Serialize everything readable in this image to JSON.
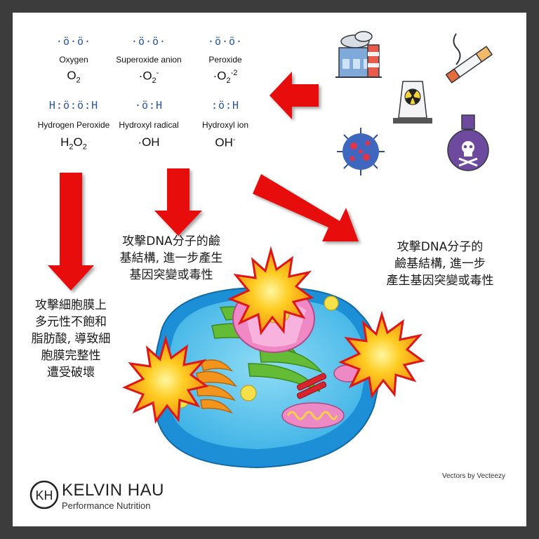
{
  "species": [
    {
      "name": "Oxygen",
      "dots": "·ö·ö·",
      "formula_html": "O<sub>2</sub>"
    },
    {
      "name": "Superoxide anion",
      "dots": "·ö·ö·",
      "formula_html": "·O<sub>2</sub><sup>-</sup>"
    },
    {
      "name": "Peroxide",
      "dots": "·ö·ö·",
      "formula_html": "·O<sub>2</sub><sup>-2</sup>"
    },
    {
      "name": "Hydrogen Peroxide",
      "dots": "H:ö:ö:H",
      "formula_html": "H<sub>2</sub>O<sub>2</sub>"
    },
    {
      "name": "Hydroxyl radical",
      "dots": "·ö:H",
      "formula_html": "·OH"
    },
    {
      "name": "Hydroxyl ion",
      "dots": ":ö:H",
      "formula_html": "OH<sup>-</sup>"
    }
  ],
  "labels": {
    "membrane": "攻擊細胞膜上\n多元性不飽和\n脂肪酸, 導致細\n胞膜完整性\n遭受破壞",
    "dna_center": "攻擊DNA分子的鹼\n基結構, 進一步產生\n基因突變或毒性",
    "dna_right": "攻擊DNA分子的\n鹼基結構, 進一步\n產生基因突變或毒性"
  },
  "sources": [
    "factory-icon",
    "cigarette-icon",
    "radiation-icon",
    "virus-icon",
    "poison-icon"
  ],
  "credit": "Vectors by Vecteezy",
  "logo": {
    "mark": "KH",
    "name": "KELVIN HAU",
    "tagline": "Performance Nutrition"
  },
  "colors": {
    "arrow": "#e8110f",
    "cytoplasm": "#5ac3ea",
    "membrane": "#1d8fd6",
    "nucleus": "#ef88c4",
    "er": "#64bb35",
    "dot_blue": "#2b56a8"
  }
}
